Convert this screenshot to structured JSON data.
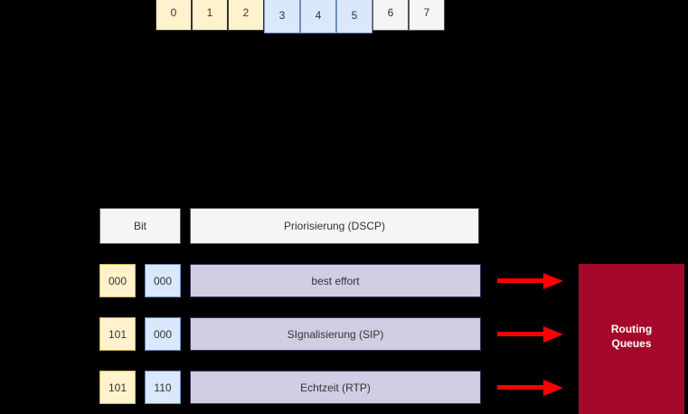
{
  "colors": {
    "background": "#000000",
    "cream_fill": "#FFF2CC",
    "cream_border": "#333333",
    "gold_border": "#D6B656",
    "blue_fill": "#DAE8FC",
    "blue_border": "#6C8EBF",
    "gray_fill": "#F5F5F5",
    "gray_border": "#555555",
    "lavender_fill": "#D1CDE2",
    "lavender_border": "#3D3566",
    "arrow_red": "#FF0000",
    "queue_fill": "#A50829",
    "queue_text": "#FFFFFF",
    "text": "#333333"
  },
  "bit_row": {
    "cells": [
      {
        "label": "0",
        "group": "class-selector"
      },
      {
        "label": "1",
        "group": "class-selector"
      },
      {
        "label": "2",
        "group": "class-selector"
      },
      {
        "label": "3",
        "group": "drop-precedence"
      },
      {
        "label": "4",
        "group": "drop-precedence"
      },
      {
        "label": "5",
        "group": "drop-precedence"
      },
      {
        "label": "6",
        "group": "unused"
      },
      {
        "label": "7",
        "group": "unused"
      }
    ]
  },
  "table": {
    "headers": {
      "bit": "Bit",
      "dscp": "Priorisierung (DSCP)"
    },
    "rows": [
      {
        "bits_class": "000",
        "bits_drop": "000",
        "label": "best effort"
      },
      {
        "bits_class": "101",
        "bits_drop": "000",
        "label": "SIgnalisierung (SIP)"
      },
      {
        "bits_class": "101",
        "bits_drop": "110",
        "label": "Echtzeit (RTP)"
      }
    ]
  },
  "routing": {
    "line1": "Routing",
    "line2": "Queues"
  }
}
